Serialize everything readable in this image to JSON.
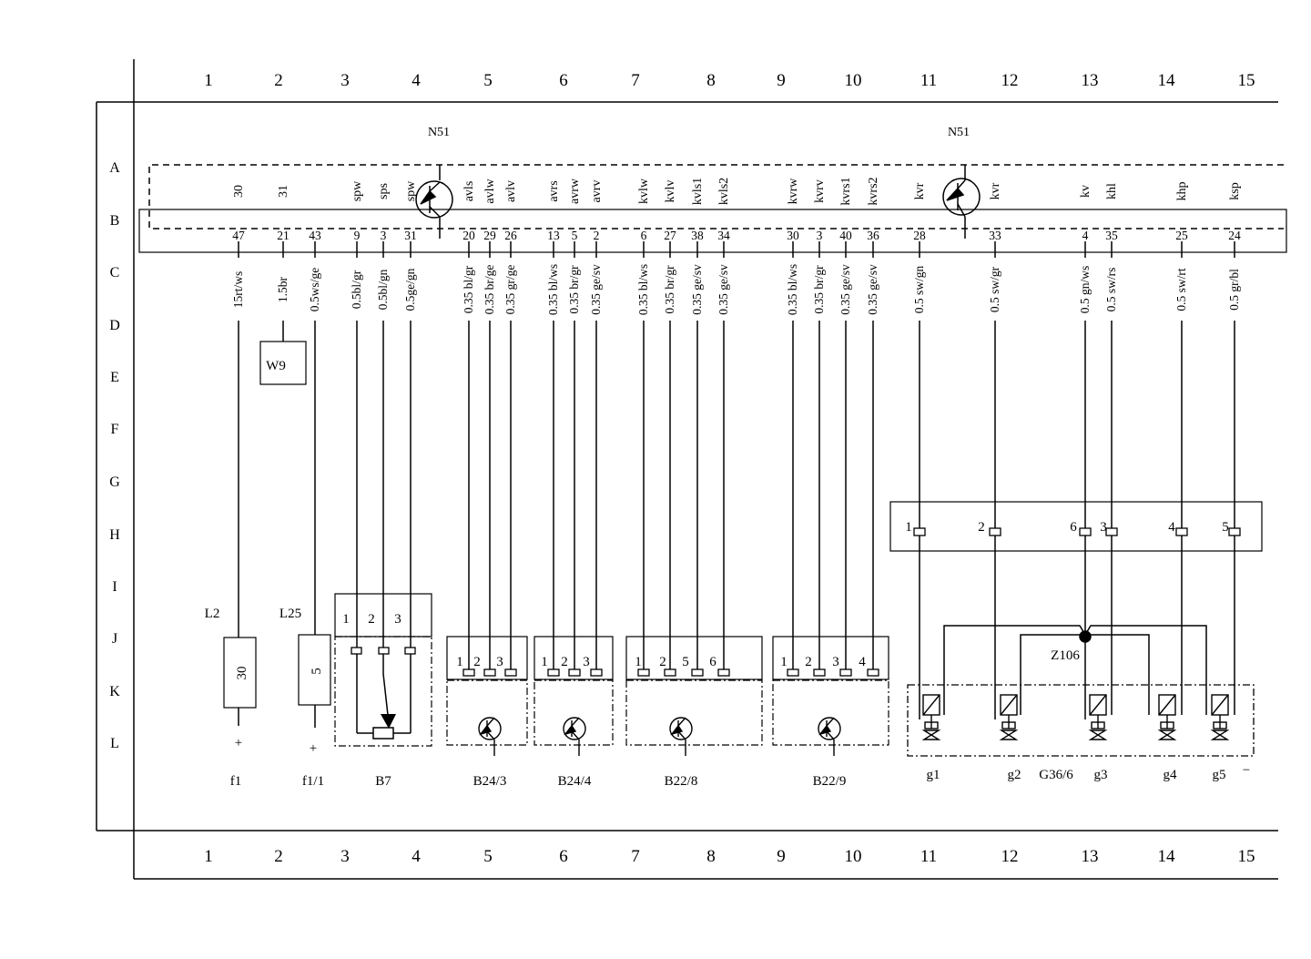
{
  "grid": {
    "columns": [
      "1",
      "2",
      "3",
      "4",
      "5",
      "6",
      "7",
      "8",
      "9",
      "10",
      "11",
      "12",
      "13",
      "14",
      "15"
    ],
    "rows": [
      "A",
      "B",
      "C",
      "D",
      "E",
      "F",
      "G",
      "H",
      "I",
      "J",
      "K",
      "L"
    ]
  },
  "control_unit": {
    "name_left": "N51",
    "name_right": "N51",
    "terminals": [
      {
        "signal": "30",
        "pin": "47",
        "wire": "15rt/ws"
      },
      {
        "signal": "31",
        "pin": "21",
        "wire": "1.5br"
      },
      {
        "signal": "",
        "pin": "43",
        "wire": "0.5ws/ge"
      },
      {
        "signal": "spw",
        "pin": "9",
        "wire": "0.5bl/gr"
      },
      {
        "signal": "sps",
        "pin": "3",
        "wire": "0.5bl/gn"
      },
      {
        "signal": "spw",
        "pin": "31",
        "wire": "0.5ge/gn"
      },
      {
        "signal": "avls",
        "pin": "20",
        "wire": "0.35 bl/gr"
      },
      {
        "signal": "avlw",
        "pin": "29",
        "wire": "0.35 br/ge"
      },
      {
        "signal": "avlv",
        "pin": "26",
        "wire": "0.35 gr/ge"
      },
      {
        "signal": "avrs",
        "pin": "13",
        "wire": "0.35 bl/ws"
      },
      {
        "signal": "avrw",
        "pin": "5",
        "wire": "0.35 br/gr"
      },
      {
        "signal": "avrv",
        "pin": "2",
        "wire": "0.35 ge/sv"
      },
      {
        "signal": "kvlw",
        "pin": "6",
        "wire": "0.35 bl/ws"
      },
      {
        "signal": "kvlv",
        "pin": "27",
        "wire": "0.35 br/gr"
      },
      {
        "signal": "kvls1",
        "pin": "38",
        "wire": "0.35 ge/sv"
      },
      {
        "signal": "kvls2",
        "pin": "34",
        "wire": "0.35 ge/sv"
      },
      {
        "signal": "kvrw",
        "pin": "30",
        "wire": "0.35 bl/ws"
      },
      {
        "signal": "kvrv",
        "pin": "3",
        "wire": "0.35 br/gr"
      },
      {
        "signal": "kvrs1",
        "pin": "40",
        "wire": "0.35 ge/sv"
      },
      {
        "signal": "kvrs2",
        "pin": "36",
        "wire": "0.35 ge/sv"
      },
      {
        "signal": "kvr",
        "pin": "28",
        "wire": "0.5 sw/gn"
      },
      {
        "signal": "kvr",
        "pin": "33",
        "wire": "0.5 sw/gr"
      },
      {
        "signal": "kv",
        "pin": "4",
        "wire": "0.5 gn/ws"
      },
      {
        "signal": "khl",
        "pin": "35",
        "wire": "0.5 sw/rs"
      },
      {
        "signal": "khp",
        "pin": "25",
        "wire": "0.5 sw/rt"
      },
      {
        "signal": "ksp",
        "pin": "24",
        "wire": "0.5 gr/bl"
      }
    ]
  },
  "components": {
    "w9": "W9",
    "l2": {
      "name": "L2",
      "pin": "30",
      "sign": "+",
      "fuse": "f1"
    },
    "l25": {
      "name": "L25",
      "pin": "5",
      "sign": "+",
      "fuse": "f1/1"
    },
    "b7": {
      "name": "B7",
      "pins": [
        "1",
        "2",
        "3"
      ]
    },
    "b24_3": {
      "name": "B24/3",
      "pins": [
        "1",
        "2",
        "3"
      ]
    },
    "b24_4": {
      "name": "B24/4",
      "pins": [
        "1",
        "2",
        "3"
      ]
    },
    "b22_8": {
      "name": "B22/8",
      "pins": [
        "1",
        "2",
        "5",
        "6"
      ]
    },
    "b22_9": {
      "name": "B22/9",
      "pins": [
        "1",
        "2",
        "3",
        "4"
      ]
    },
    "connector_h": {
      "pins": [
        "1",
        "2",
        "6",
        "3",
        "4",
        "5"
      ]
    },
    "z106": "Z106",
    "g36_6": {
      "name": "G36/6",
      "valves": [
        "g1",
        "g2",
        "g3",
        "g4",
        "g5"
      ],
      "minus": "−"
    }
  }
}
